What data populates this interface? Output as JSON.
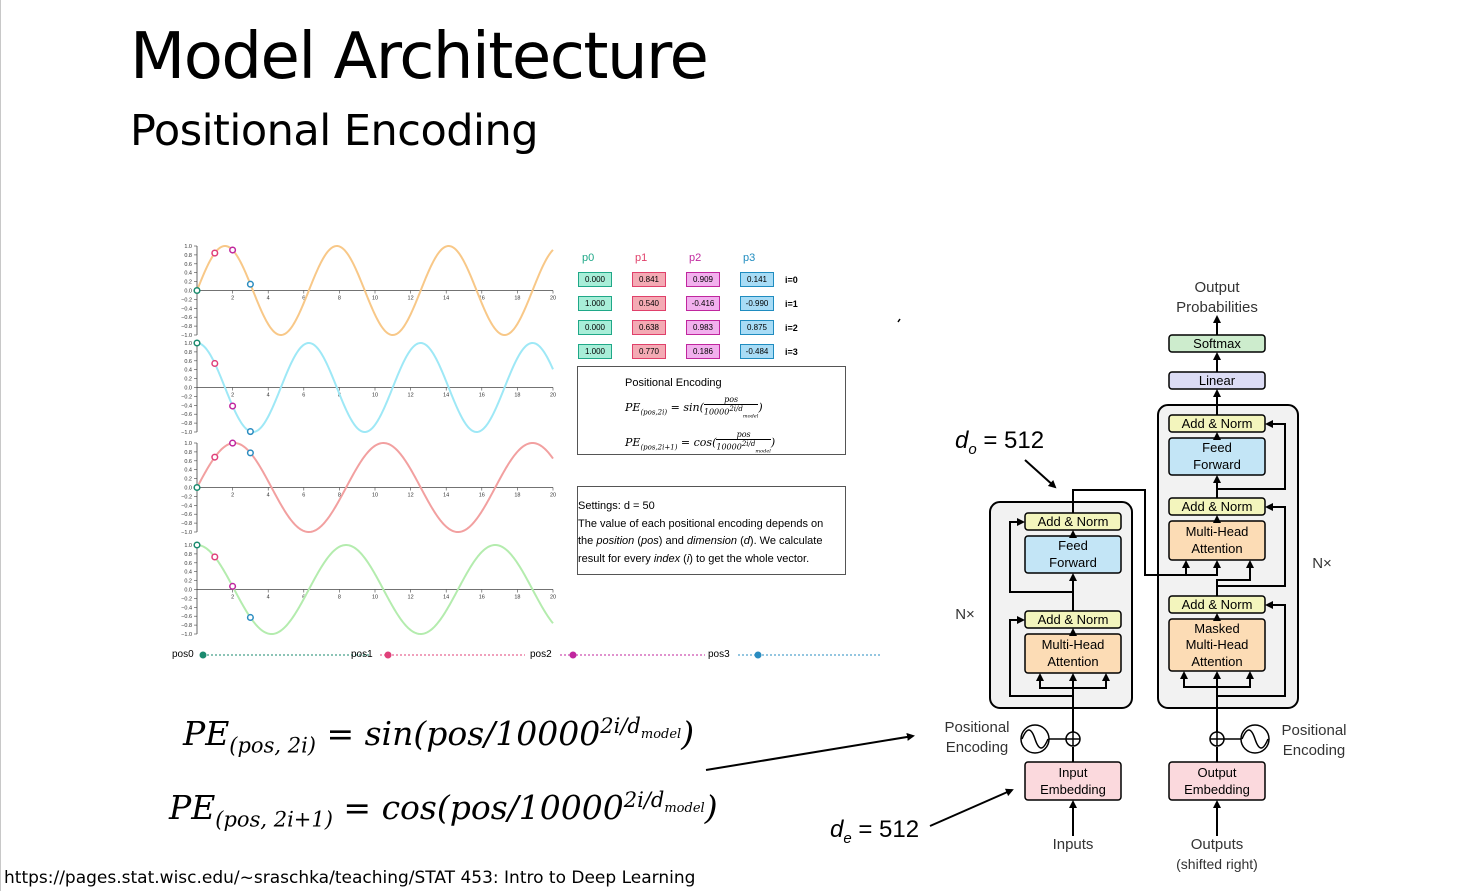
{
  "slide": {
    "title": "Model Architecture",
    "subtitle": "Positional Encoding",
    "footer": "https://pages.stat.wisc.edu/~sraschka/teaching/STAT 453: Intro to Deep Learning"
  },
  "wave_plot": {
    "y_ticks": [
      "1.0",
      "0.8",
      "0.6",
      "0.4",
      "0.2",
      "0.0",
      "−0.2",
      "−0.4",
      "−0.6",
      "−0.8",
      "−1.0"
    ],
    "x_ticks": [
      "2",
      "4",
      "6",
      "8",
      "10",
      "12",
      "14",
      "16",
      "18",
      "20"
    ],
    "colors": {
      "pos0": "#1a8a6e",
      "pos1": "#e0407a",
      "pos2": "#c0269e",
      "pos3": "#2a8cc0"
    },
    "curve_colors": [
      "#f8c888",
      "#9ee8f6",
      "#f2a0a0",
      "#b4ecae"
    ]
  },
  "vector_table": {
    "columns": [
      "p0",
      "p1",
      "p2",
      "p3"
    ],
    "column_colors": [
      "#1fa888",
      "#e0406a",
      "#c0269e",
      "#1f8cc0"
    ],
    "cell_fills": [
      "#a8eed8",
      "#f4aab4",
      "#f2b0ee",
      "#a8dcf6"
    ],
    "rows": [
      {
        "label": "i=0",
        "values": [
          "0.000",
          "0.841",
          "0.909",
          "0.141"
        ]
      },
      {
        "label": "i=1",
        "values": [
          "1.000",
          "0.540",
          "-0.416",
          "-0.990"
        ]
      },
      {
        "label": "i=2",
        "values": [
          "0.000",
          "0.638",
          "0.983",
          "0.875"
        ]
      },
      {
        "label": "i=3",
        "values": [
          "1.000",
          "0.770",
          "0.186",
          "-0.484"
        ]
      }
    ]
  },
  "pe_box": {
    "title": "Positional Encoding",
    "f1_lhs": "PE",
    "f1_sub": "(pos,2i)",
    "f1_mid": " = sin(",
    "f1_num": "pos",
    "f1_den": "10000",
    "f1_exp": "2i/d",
    "f1_exp_sub": "model",
    "f1_end": ")",
    "f2_lhs": "PE",
    "f2_sub": "(pos,2i+1)",
    "f2_mid": " = cos(",
    "f2_num": "pos",
    "f2_den": "10000",
    "f2_exp": "2i/d",
    "f2_exp_sub": "model",
    "f2_end": ")"
  },
  "settings": {
    "label": "Settings",
    "value": ": d = 50",
    "t1": "The value of each positional encoding depends on",
    "t2a": "the ",
    "t2b": "position",
    "t2c": " (",
    "t2d": "pos",
    "t2e": ") and ",
    "t2f": "dimension",
    "t2g": " (",
    "t2h": "d",
    "t2i": "). We calculate",
    "t3a": "result for every ",
    "t3b": "index",
    "t3c": " (",
    "t3d": "i",
    "t3e": ") to get the whole vector."
  },
  "sliders": [
    "pos0",
    "pos1",
    "pos2",
    "pos3"
  ],
  "formulas": {
    "f1_lhs": "PE",
    "f1_sub": "(pos, 2i)",
    "f1_rhs": " = sin(pos/10000",
    "f1_sup": "2i/d",
    "f1_sup_sub": "model",
    "f1_end": ")",
    "f2_lhs": "PE",
    "f2_sub": "(pos, 2i+1)",
    "f2_rhs": " = cos(pos/10000",
    "f2_sup": "2i/d",
    "f2_sup_sub": "model",
    "f2_end": ")"
  },
  "transformer": {
    "output_probabilities": [
      "Output",
      "Probabilities"
    ],
    "softmax": "Softmax",
    "linear": "Linear",
    "add_norm": "Add & Norm",
    "feed_forward": [
      "Feed",
      "Forward"
    ],
    "multi_head_attention": [
      "Multi-Head",
      "Attention"
    ],
    "masked_multi_head_attention": [
      "Masked",
      "Multi-Head",
      "Attention"
    ],
    "nx_left": "N×",
    "nx_right": "N×",
    "positional_encoding": [
      "Positional",
      "Encoding"
    ],
    "input_embedding": [
      "Input",
      "Embedding"
    ],
    "output_embedding": [
      "Output",
      "Embedding"
    ],
    "inputs": "Inputs",
    "outputs": [
      "Outputs",
      "(shifted right)"
    ],
    "do_label": "d",
    "do_sub": "o",
    "do_value": " = 512",
    "de_label": "d",
    "de_sub": "e",
    "de_value": " = 512",
    "colors": {
      "add_norm": "#f3f5bd",
      "feed_forward": "#c3e5f6",
      "attention": "#fcdcb5",
      "embedding": "#fbd9dd",
      "linear": "#dcdcf5",
      "softmax": "#cdeccd",
      "stack_bg": "#f2f2f2"
    }
  }
}
